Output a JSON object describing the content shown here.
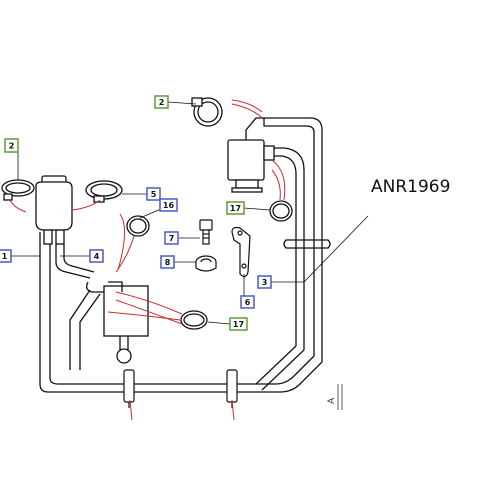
{
  "diagram": {
    "reference_code": "ANR1969",
    "corner_mark": "A",
    "colors": {
      "blue_callout": "#4a5cc8",
      "green_callout": "#5a9e3a",
      "leader_red": "#cc2a2a",
      "line": "#111111"
    },
    "callouts": [
      {
        "id": "c1",
        "label": "1",
        "color": "blue"
      },
      {
        "id": "c2a",
        "label": "2",
        "color": "green"
      },
      {
        "id": "c2b",
        "label": "2",
        "color": "green"
      },
      {
        "id": "c3",
        "label": "3",
        "color": "blue"
      },
      {
        "id": "c4",
        "label": "4",
        "color": "blue"
      },
      {
        "id": "c5",
        "label": "5",
        "color": "blue"
      },
      {
        "id": "c6",
        "label": "6",
        "color": "blue"
      },
      {
        "id": "c7",
        "label": "7",
        "color": "blue"
      },
      {
        "id": "c8",
        "label": "8",
        "color": "blue"
      },
      {
        "id": "c16",
        "label": "16",
        "color": "blue"
      },
      {
        "id": "c17a",
        "label": "17",
        "color": "green"
      },
      {
        "id": "c17b",
        "label": "17",
        "color": "green"
      }
    ]
  }
}
